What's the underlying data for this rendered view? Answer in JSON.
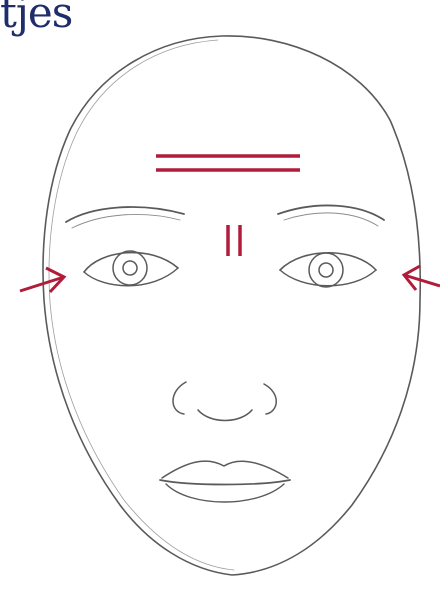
{
  "title": "tjes",
  "colors": {
    "title": "#1f2e6b",
    "accent": "#b01c3a",
    "sketch": "#5a5a5a",
    "background": "#ffffff"
  },
  "illustration": {
    "subject": "face-sketch",
    "marks": [
      "double-horizontal-line",
      "double-vertical-line",
      "left-arrow-pointing-right",
      "right-arrow-pointing-left"
    ]
  }
}
